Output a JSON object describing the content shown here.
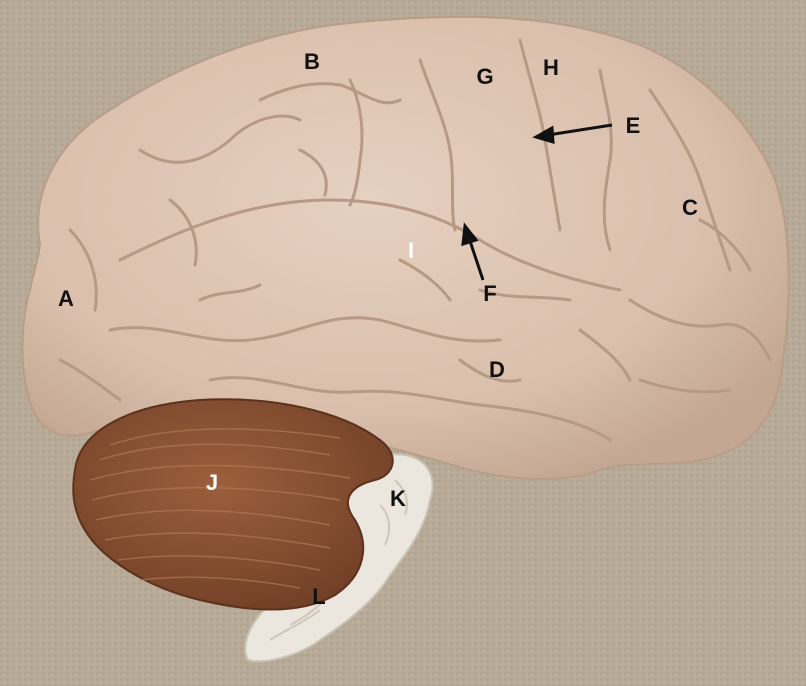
{
  "image": {
    "subject": "brain-model-lateral-view",
    "colors": {
      "background_carpet": "#b7ab97",
      "cerebrum": "#dcc3b0",
      "cerebrum_shadow": "#b99d88",
      "cerebellum": "#8a5234",
      "brainstem": "#ebe7de",
      "label_text_dark": "#111111",
      "label_text_light": "#ffffff"
    }
  },
  "labels": {
    "a": "A",
    "b": "B",
    "c": "C",
    "d": "D",
    "e": "E",
    "f": "F",
    "g": "G",
    "h": "H",
    "i": "I",
    "j": "J",
    "k": "K",
    "l": "L"
  }
}
